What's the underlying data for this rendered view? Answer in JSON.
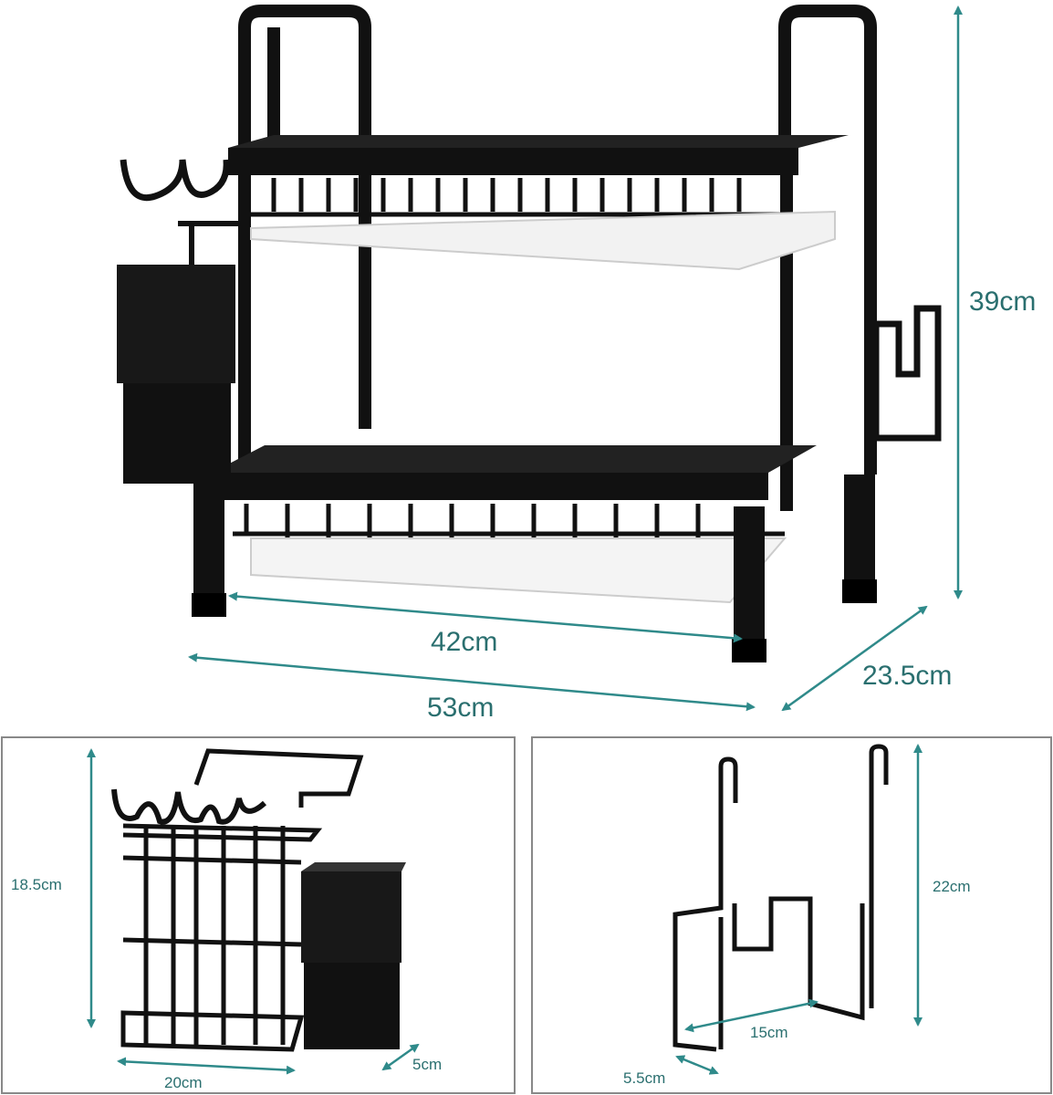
{
  "main": {
    "height": "39cm",
    "inner_width": "42cm",
    "outer_width": "53cm",
    "depth": "23.5cm"
  },
  "utensil_holder": {
    "height": "18.5cm",
    "width": "20cm",
    "depth": "5cm"
  },
  "board_holder": {
    "height": "22cm",
    "width": "15cm",
    "depth": "5.5cm"
  },
  "colors": {
    "dimension_text": "#2a6f6f",
    "arrow": "#2f8a8a",
    "rack": "#111111",
    "panel_border": "#888888"
  }
}
